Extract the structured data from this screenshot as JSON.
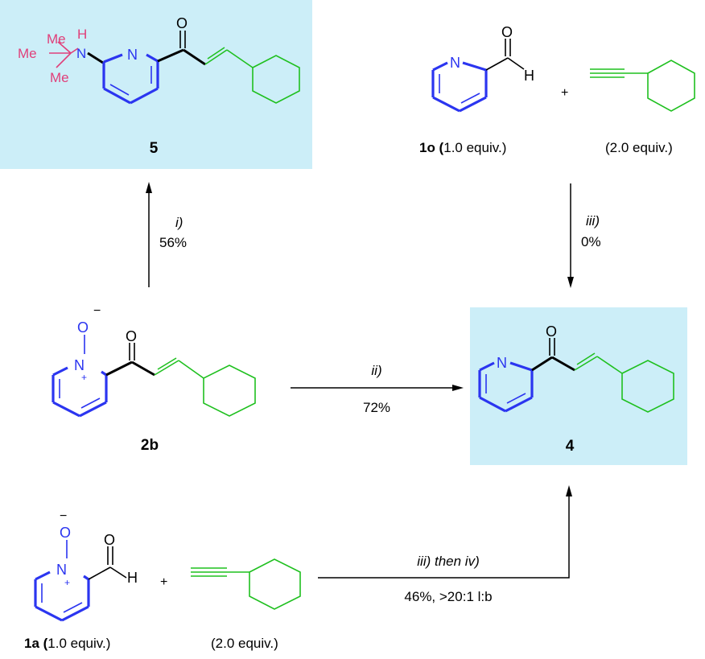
{
  "compound_5": {
    "label": "5",
    "tert_butyl_labels": [
      "Me",
      "Me",
      "Me"
    ],
    "amine_atom": "N",
    "amine_h": "H",
    "ring_atom": "N",
    "carbonyl_atom": "O"
  },
  "compound_1o": {
    "label_bold": "1o (",
    "label_rest": "1.0 equiv.)",
    "ring_atom": "N",
    "carbonyl_atom": "O",
    "aldehyde_h": "H"
  },
  "alkyne_top": {
    "label": "(2.0 equiv.)"
  },
  "compound_2b": {
    "label": "2b",
    "oxide_charge": "−",
    "oxide_atom": "O",
    "ring_atom": "N",
    "ring_charge": "+",
    "carbonyl_atom": "O"
  },
  "compound_4": {
    "label": "4",
    "ring_atom": "N",
    "carbonyl_atom": "O"
  },
  "compound_1a": {
    "label_bold": "1a (",
    "label_rest": "1.0 equiv.)",
    "oxide_charge": "−",
    "oxide_atom": "O",
    "ring_atom": "N",
    "ring_charge": "+",
    "carbonyl_atom": "O",
    "aldehyde_h": "H"
  },
  "alkyne_bottom": {
    "label": "(2.0 equiv.)"
  },
  "plus_signs": [
    "+",
    "+"
  ],
  "arrows": {
    "to_5": {
      "conditions": "i)",
      "yield": "56%"
    },
    "to_4_from_1o": {
      "conditions": "iii)",
      "yield": "0%"
    },
    "to_4_from_2b": {
      "conditions": "ii)",
      "yield": "72%"
    },
    "to_4_from_1a": {
      "conditions": "iii) then iv)",
      "yield": "46%, >20:1 l:b"
    }
  },
  "colors": {
    "pyridine": "#2b35f0",
    "cyclohexyl": "#1fc01f",
    "tert_butylamino": "#e0407a",
    "highlight_box": "#cceef8",
    "black": "#000000"
  }
}
